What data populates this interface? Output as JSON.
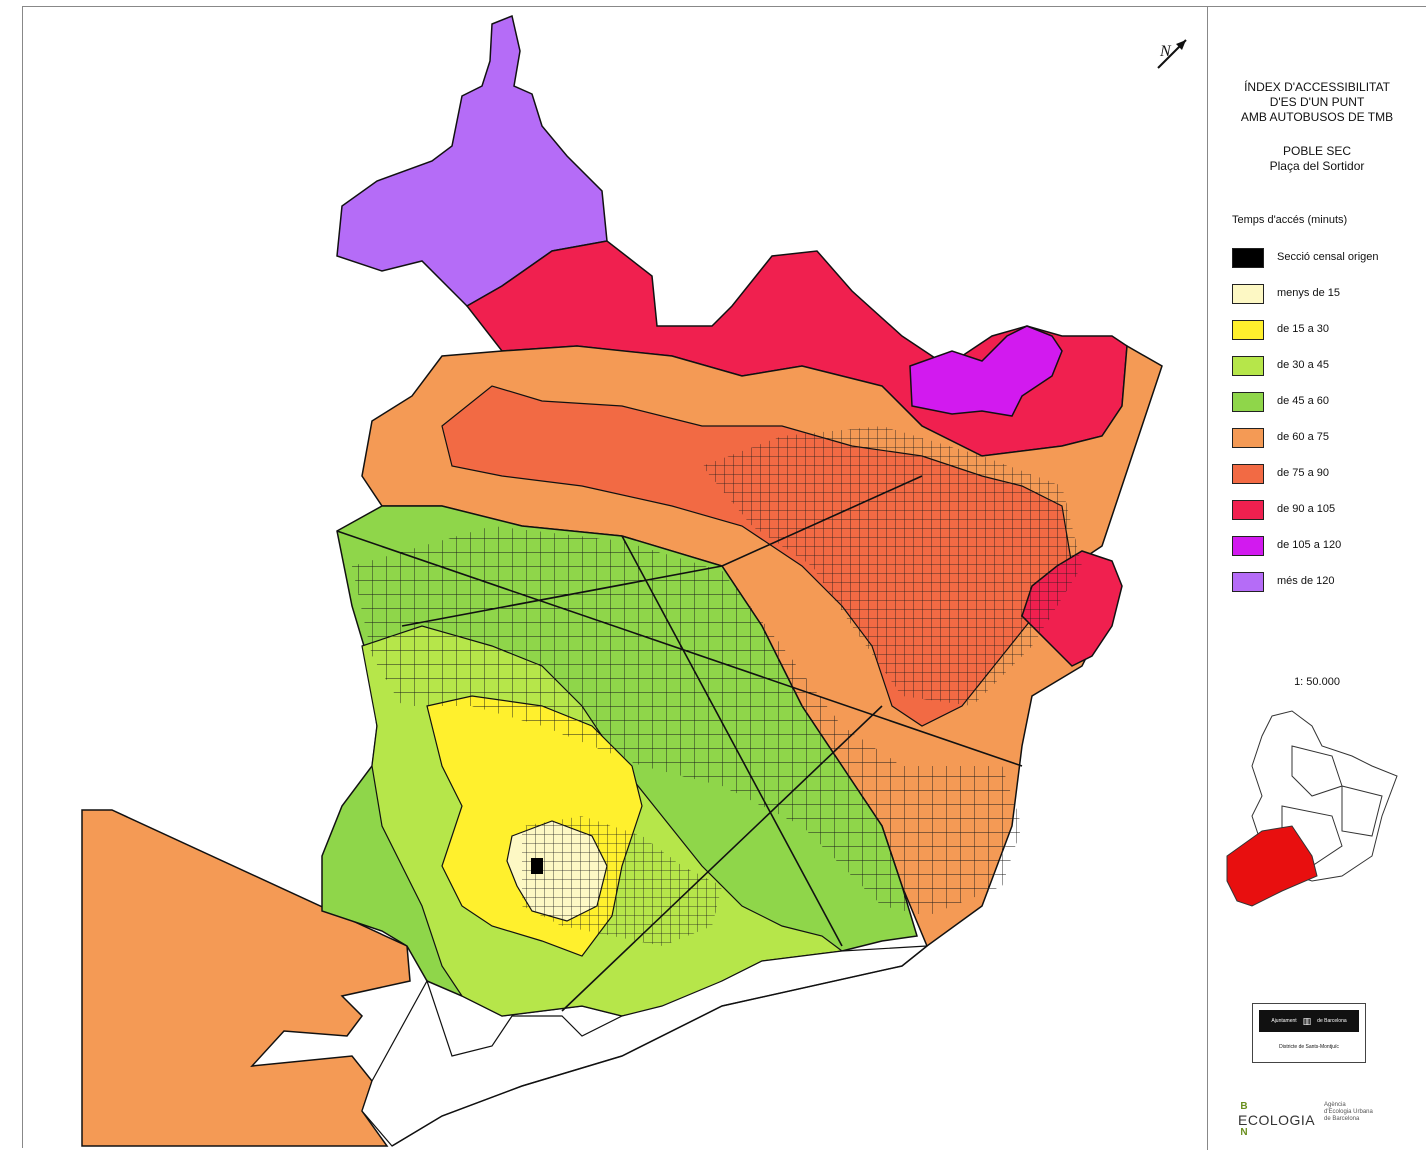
{
  "title_lines": [
    "ÍNDEX D'ACCESSIBILITAT",
    "D'ES D'UN PUNT",
    "AMB AUTOBUSOS DE TMB"
  ],
  "subtitle_lines": [
    "POBLE SEC",
    "Plaça del Sortidor"
  ],
  "legend_title": "Temps d'accés (minuts)",
  "legend": [
    {
      "label": "Secció censal origen",
      "color": "#000000"
    },
    {
      "label": "menys de 15",
      "color": "#fdf8c4"
    },
    {
      "label": "de 15 a 30",
      "color": "#fff02d"
    },
    {
      "label": "de 30 a 45",
      "color": "#b6e64a"
    },
    {
      "label": "de 45 a 60",
      "color": "#8fd64a"
    },
    {
      "label": "de 60 a 75",
      "color": "#f49a55"
    },
    {
      "label": "de 75 a 90",
      "color": "#f26a44"
    },
    {
      "label": "de 90 a 105",
      "color": "#f0204f"
    },
    {
      "label": "de 105 a 120",
      "color": "#d21aef"
    },
    {
      "label": "més de 120",
      "color": "#b56cf7"
    }
  ],
  "scale": "1: 50.000",
  "north_symbol": "N",
  "locator_highlight_color": "#e80f0f",
  "logo": {
    "line1_left": "Ajuntament",
    "line1_right": "de Barcelona",
    "line2": "Districte de Sants-Montjuïc"
  },
  "ecologia": {
    "letters": [
      "B",
      "C",
      "N"
    ],
    "word": "ECOLOGIA",
    "agency": [
      "Agència",
      "d'Ecologia Urbana",
      "de Barcelona"
    ]
  }
}
